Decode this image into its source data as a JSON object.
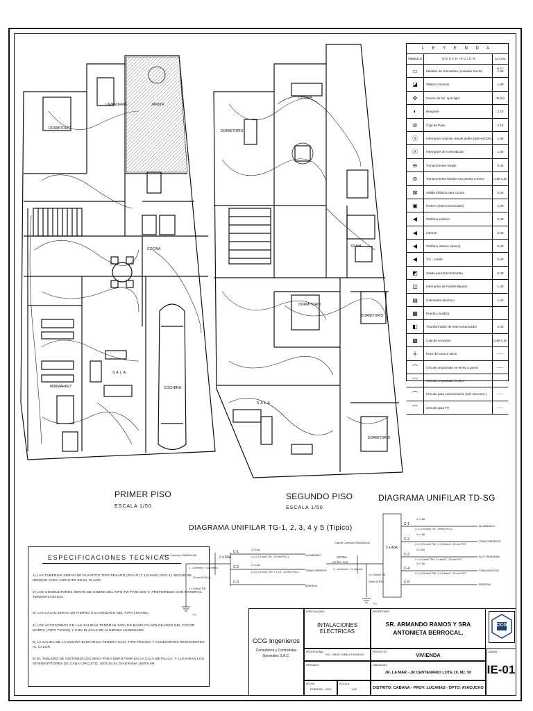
{
  "plans": {
    "first_floor": {
      "title": "PRIMER PISO",
      "scale": "ESCALA 1/50"
    },
    "second_floor": {
      "title": "SEGUNDO PISO",
      "scale": "ESCALA 1/50"
    }
  },
  "rooms": {
    "dormitorio": "DORMITORIO",
    "lavanderia": "LAVANDERIA",
    "jardin": "JARDIN",
    "cocina": "COCINA",
    "minimarket": "MINIMARKET",
    "sala": "SALA",
    "cochera": "COCHERA",
    "comedor": "COMEDOR",
    "ssh": "SS.HH."
  },
  "diagrams": {
    "tg": {
      "title": "DIAGRAMA UNIFILAR TG-1, 2, 3, 4 y 5 (Tipico)",
      "caja": "Caja de Conexion 200x200x120",
      "feed": "2 - 1x10mm2 + 1x 10mm2",
      "pvc": "- 20 mm Ø PVC-L",
      "ground": "1 x 10mm2 TW",
      "main": "2 x 50A",
      "pt": "P.T.",
      "circuits": [
        {
          "id": "C-1",
          "breaker": "2 x 15A",
          "cable": "2-1 x 2.5 mm2 TW - 20 mm PVC-L",
          "use": "ALUMBRADO"
        },
        {
          "id": "C-2",
          "breaker": "2 x 15A",
          "cable": "2-1 x 2.5 mm2 TW+ 1 x 2.5 - 20 mm PVC-L",
          "use": "TOMACORRIENTE"
        },
        {
          "id": "C-3",
          "breaker": "",
          "cable": "",
          "use": "RESERVA"
        }
      ]
    },
    "td": {
      "title": "DIAGRAMA UNIFILAR TD-SG",
      "acom": "ACOM.",
      "source": "LUZ DEL SUR",
      "caja": "Caja de Conexion 200x200x120",
      "feed": "2 - 1x10mm2 + 1x 10mm2",
      "main": "2 x 40A",
      "ground": "1 x 10mm2 TW",
      "pvc": "20mm Ø PVC",
      "pt": "P.T.",
      "circuits": [
        {
          "id": "C-1",
          "breaker": "2 x 15A",
          "cable": "2-1 x 2.5 mm2 TW - 20mm PVC-L",
          "use": "ALUMBRADO"
        },
        {
          "id": "C-2",
          "breaker": "2 x 15A",
          "cable": "2-1 x 2.5 mm2 TW+ 1 x 2.5mm2 - 20 mm PVC",
          "use": "TOMACORRIENTE"
        },
        {
          "id": "C-3",
          "breaker": "2 x 20A",
          "cable": "2-1 x 4 mm2 TW+ 1 x 4mm2 - 20 mm PVC",
          "use": "ELECTROBOMBA"
        },
        {
          "id": "C-4",
          "breaker": "2 x 15A",
          "cable": "2-1 x 2.5 mm2 TW+ 1 x 2.5mm2 - 20 mm PVC",
          "use": "COMUNICACION"
        },
        {
          "id": "C-5",
          "breaker": "",
          "cable": "",
          "use": "RESERVA"
        }
      ]
    }
  },
  "legend": {
    "title": "L E Y E N D A",
    "col_symbol": "SIMBOLO",
    "col_desc": "DESCRIPCION",
    "col_height": "ALTURA N.P.T.",
    "rows": [
      {
        "symbol": "▭",
        "desc": "Medidor de Suministro (contador Kw-hr)",
        "height": "1,00"
      },
      {
        "symbol": "◪",
        "desc": "Tablero General",
        "height": "1,80"
      },
      {
        "symbol": "✣",
        "desc": "Centro de luz, spot light",
        "height": "Techo"
      },
      {
        "symbol": "◐",
        "desc": "Braquete",
        "height": "2,10"
      },
      {
        "symbol": "⊘",
        "desc": "Caja de Paso",
        "height": "2,10"
      },
      {
        "symbol": "ⓢ",
        "desc": "Interruptor unipolar simple,doble,triple 6A/220V",
        "height": "1,50"
      },
      {
        "symbol": "ⓢ",
        "desc": "Interruptor de conmutación",
        "height": "1,50"
      },
      {
        "symbol": "⊖",
        "desc": "Tomacorriente simple",
        "height": "0,40"
      },
      {
        "symbol": "⊜",
        "desc": "Tomacorriente bipolar con puesta a tierra",
        "height": "0,40-1,20"
      },
      {
        "symbol": "⊠",
        "desc": "Salida trifásica para cocina",
        "height": "0,40"
      },
      {
        "symbol": "▣",
        "desc": "Portero (intercomunicador)",
        "height": "1,60"
      },
      {
        "symbol": "◀",
        "desc": "Teléfono externo",
        "height": "0,40"
      },
      {
        "symbol": "◀",
        "desc": "Internet",
        "height": "0,40"
      },
      {
        "symbol": "◀",
        "desc": "Teléfono interno (anexo)",
        "height": "0,40"
      },
      {
        "symbol": "◀",
        "desc": "T.V. - Cable",
        "height": "0,40"
      },
      {
        "symbol": "◩",
        "desc": "Salida para Electrobomba",
        "height": "0,40"
      },
      {
        "symbol": "◫",
        "desc": "Interruptor de Fusible Bipolar",
        "height": "1,40"
      },
      {
        "symbol": "▤",
        "desc": "Calentador eléctrico",
        "height": "1,40"
      },
      {
        "symbol": "▦",
        "desc": "Puerta Levadiza",
        "height": ""
      },
      {
        "symbol": "◧",
        "desc": "Transformador de Intercomunicador",
        "height": "2,00"
      },
      {
        "symbol": "▩",
        "desc": "Caja de conexión",
        "height": "0,40-1,20"
      },
      {
        "symbol": "⏚",
        "desc": "Pozo de toma a tierra",
        "height": "——"
      },
      {
        "symbol": "⌒",
        "desc": "Circuito empotrado en techo o pared",
        "height": "——"
      },
      {
        "symbol": "⌒",
        "desc": "Circuito empotrado en piso",
        "height": "——"
      },
      {
        "symbol": "⌒",
        "desc": "Circuito para comunicación (tell.,intercom.)",
        "height": "——"
      },
      {
        "symbol": "⌒",
        "desc": "Circuito para TV",
        "height": "——"
      }
    ]
  },
  "specs": {
    "title": "ESPECIFICACIONES TECNICAS",
    "items": [
      "1) LAS TUBERIAS SERAN DE PLASTICO TIPO PESADO (PVC-P) Y LIVIANO (PVC-L) SEGUN SE INDIQUE CADA CIRCUITO EN EL PLANO.",
      "2) LOS CONDUCTORES SERAN DE COBRE DEL TIPO TW PARA 600 V, PREFERIDOS CON MATERIAL TERMOPLASTICO.",
      "3) LAS CAJAS SERAN DE FIERRO GALVANIZADO DEL TIPO LIVIANO.",
      "4) LOS ACCESORIOS EN LAS SALIDAS TENDRAN TAPA DE BAKELITA MOLDEADOS DEL COLOR MARFIL (TIPO TICINO) Y CON PLACAS DE ALUMINIO ANODIZADO.",
      "5) LA SALIDA DE LA COCINA ELECTRICA TENDRA CAJA TIPO PESADA Y ACCESORIOS RESISTENTES AL CALOR.",
      "6) EL TABLERO DE DISTRIBUCION SERA PARA EMPOTRAR EN LA CAJA METALICA, Y LLEVARAN LOS INTERRUPTORES DE CADA CIRCUITO, SEGUN EL DIAGRAMA UNIFILAR."
    ]
  },
  "titleblock": {
    "company": "CCG Ingenieros",
    "company_sub1": "Consultores y Contratistas",
    "company_sub2": "Generales S.A.C.",
    "lbl_especialidad": "ESPECIALIDAD",
    "especialidad": "INTALACIONES ELECTRICAS",
    "lbl_propietario": "PROPIETARIO",
    "propietario1": "SR. ARMANDO RAMOS Y SRA",
    "propietario2": "ANTONIETA BERROCAL.",
    "lbl_profesional": "PROFESIONAL",
    "profesional": "ING. OMAR CABALLA ARANGO",
    "lbl_proyecto": "PROYECTO",
    "proyecto": "VIVIENDA",
    "lbl_revisado": "REVISADO",
    "lbl_ubicacion": "UBICACION",
    "ubicacion": "JR. LA MAR - JR CENTENARIO LOTE 19. Mz. 50",
    "lbl_fecha": "FECHA",
    "fecha": "FEBRERO - 2022",
    "lbl_escala": "ESCALA",
    "escala": "1/25",
    "distrito": "DISTRITO: CABANA - PROV: LUCANAS - DPTO: AYACUCHO",
    "lbl_lamina": "LAMINA",
    "lamina": "IE-01",
    "logo": "CCG"
  }
}
